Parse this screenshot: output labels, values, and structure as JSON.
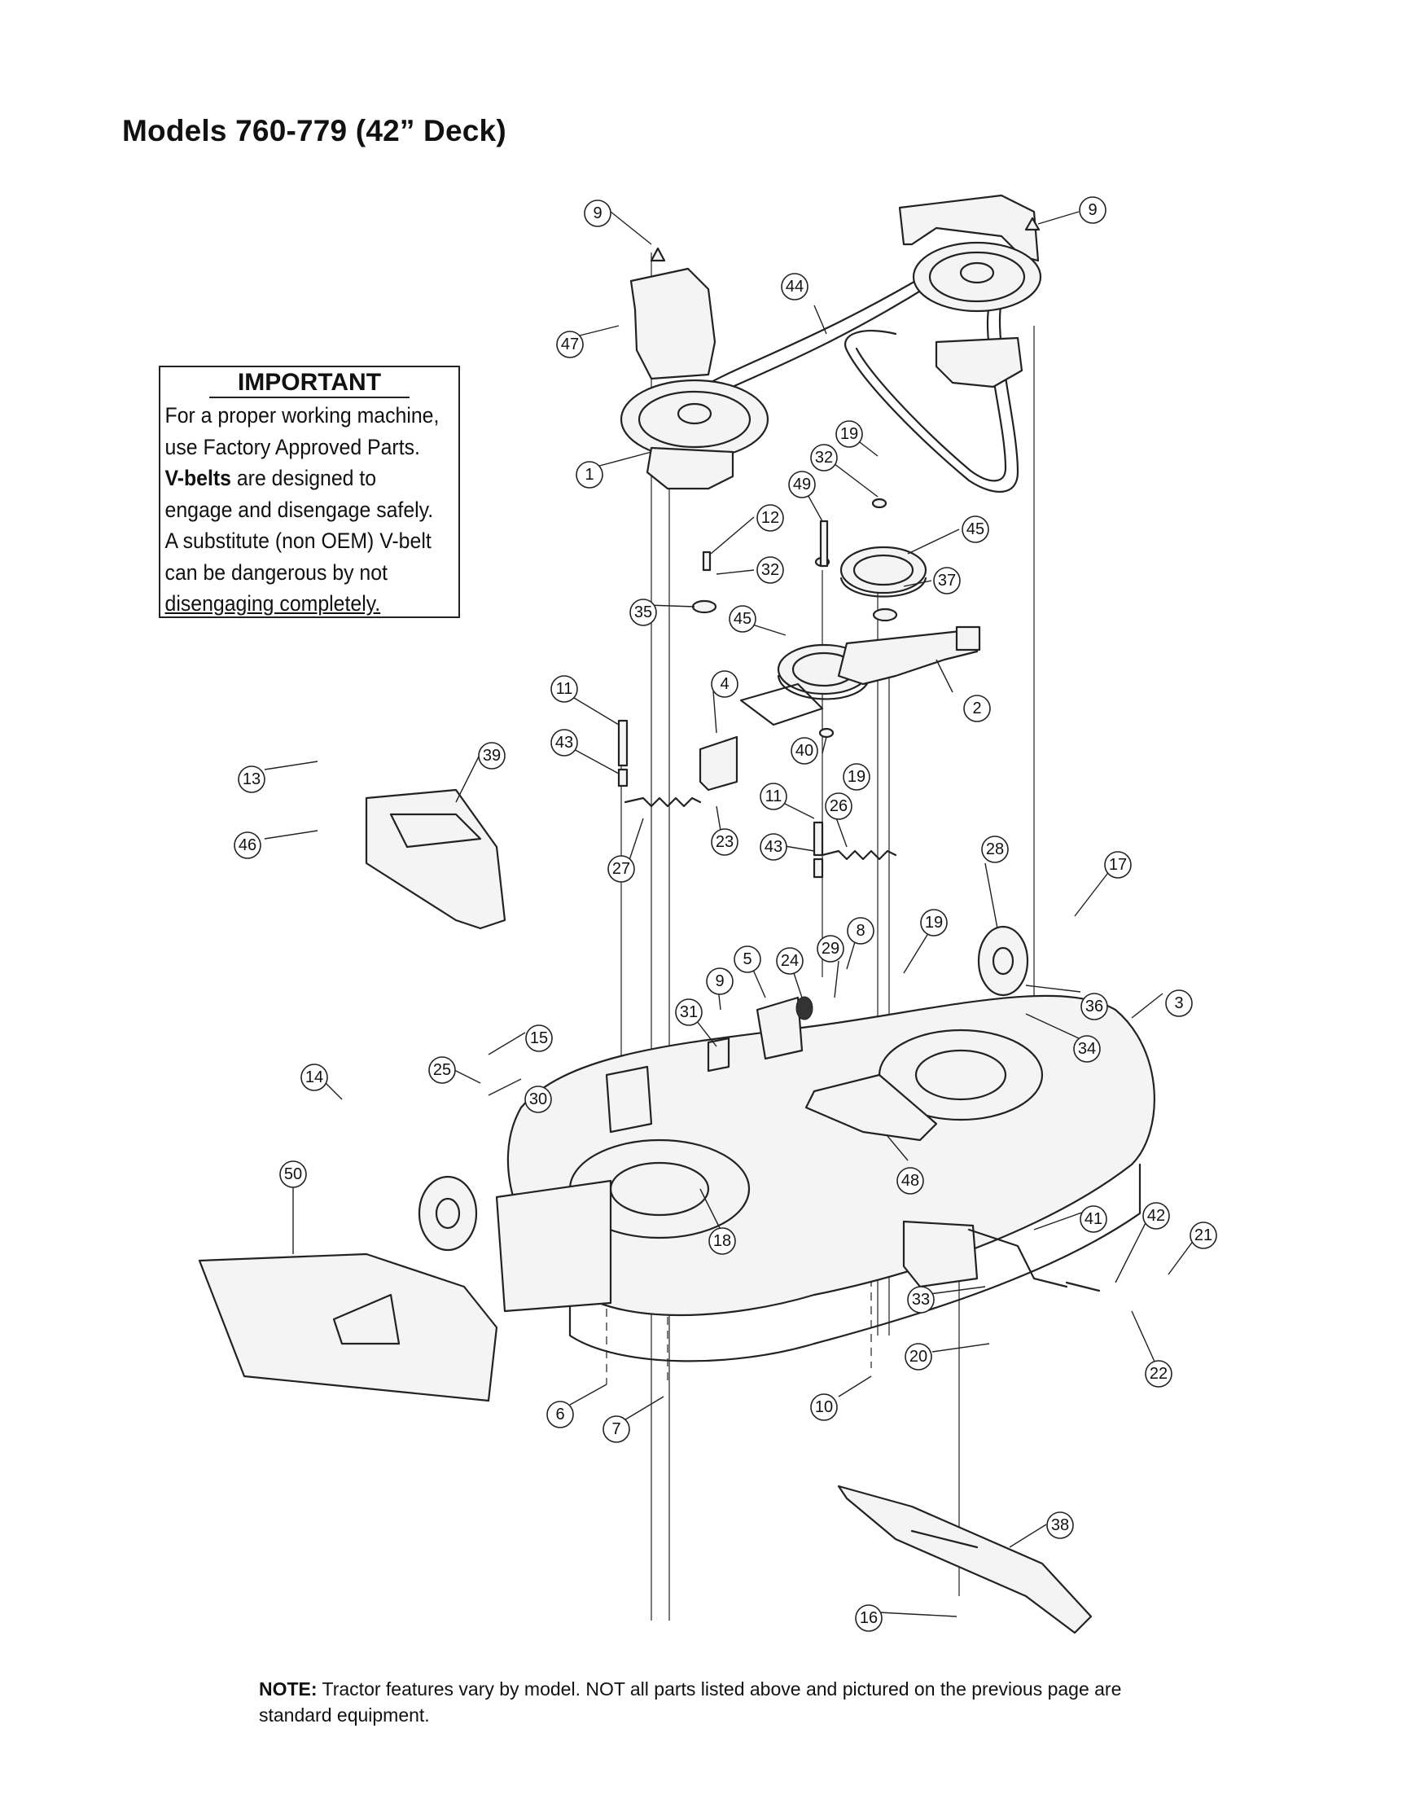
{
  "title": "Models 760-779 (42” Deck)",
  "important": {
    "heading": "IMPORTANT",
    "lines": [
      "For a proper working machine,",
      "use Factory Approved Parts.",
      "V-belts",
      " are designed to",
      "engage and disengage safely.",
      "A substitute (non OEM) V-belt",
      "can be dangerous by not",
      "disengaging completely."
    ]
  },
  "note": {
    "label": "NOTE:",
    "text": " Tractor features vary by model. NOT all parts listed above and pictured on the previous page are standard equipment."
  },
  "callouts": [
    {
      "id": "c9a",
      "label": "9"
    },
    {
      "id": "c9b",
      "label": "9"
    },
    {
      "id": "c44",
      "label": "44"
    },
    {
      "id": "c47",
      "label": "47"
    },
    {
      "id": "c1",
      "label": "1"
    },
    {
      "id": "c19a",
      "label": "19"
    },
    {
      "id": "c32a",
      "label": "32"
    },
    {
      "id": "c49",
      "label": "49"
    },
    {
      "id": "c12",
      "label": "12"
    },
    {
      "id": "c45a",
      "label": "45"
    },
    {
      "id": "c32b",
      "label": "32"
    },
    {
      "id": "c37",
      "label": "37"
    },
    {
      "id": "c35",
      "label": "35"
    },
    {
      "id": "c45b",
      "label": "45"
    },
    {
      "id": "c4",
      "label": "4"
    },
    {
      "id": "c2",
      "label": "2"
    },
    {
      "id": "c11a",
      "label": "11"
    },
    {
      "id": "c43a",
      "label": "43"
    },
    {
      "id": "c40",
      "label": "40"
    },
    {
      "id": "c19b",
      "label": "19"
    },
    {
      "id": "c13",
      "label": "13"
    },
    {
      "id": "c39",
      "label": "39"
    },
    {
      "id": "c46",
      "label": "46"
    },
    {
      "id": "c11b",
      "label": "11"
    },
    {
      "id": "c26",
      "label": "26"
    },
    {
      "id": "c23",
      "label": "23"
    },
    {
      "id": "c27",
      "label": "27"
    },
    {
      "id": "c43b",
      "label": "43"
    },
    {
      "id": "c28",
      "label": "28"
    },
    {
      "id": "c17",
      "label": "17"
    },
    {
      "id": "c8",
      "label": "8"
    },
    {
      "id": "c19c",
      "label": "19"
    },
    {
      "id": "c5",
      "label": "5"
    },
    {
      "id": "c24",
      "label": "24"
    },
    {
      "id": "c29",
      "label": "29"
    },
    {
      "id": "c9c",
      "label": "9"
    },
    {
      "id": "c36",
      "label": "36"
    },
    {
      "id": "c3",
      "label": "3"
    },
    {
      "id": "c31",
      "label": "31"
    },
    {
      "id": "c34",
      "label": "34"
    },
    {
      "id": "c15",
      "label": "15"
    },
    {
      "id": "c14",
      "label": "14"
    },
    {
      "id": "c25",
      "label": "25"
    },
    {
      "id": "c30",
      "label": "30"
    },
    {
      "id": "c50",
      "label": "50"
    },
    {
      "id": "c48",
      "label": "48"
    },
    {
      "id": "c18",
      "label": "18"
    },
    {
      "id": "c41",
      "label": "41"
    },
    {
      "id": "c42",
      "label": "42"
    },
    {
      "id": "c21",
      "label": "21"
    },
    {
      "id": "c33",
      "label": "33"
    },
    {
      "id": "c20",
      "label": "20"
    },
    {
      "id": "c22",
      "label": "22"
    },
    {
      "id": "c6",
      "label": "6"
    },
    {
      "id": "c7",
      "label": "7"
    },
    {
      "id": "c10",
      "label": "10"
    },
    {
      "id": "c38",
      "label": "38"
    },
    {
      "id": "c16",
      "label": "16"
    }
  ]
}
